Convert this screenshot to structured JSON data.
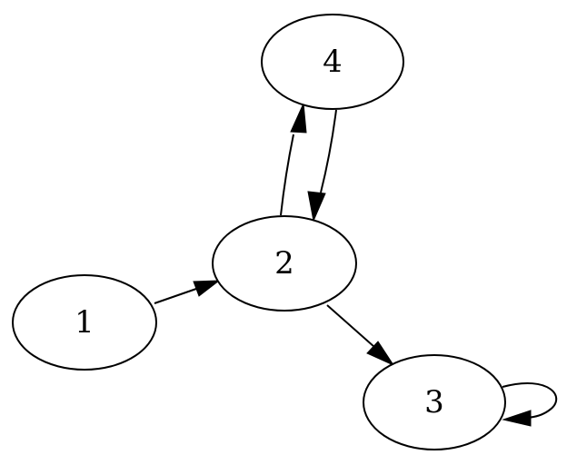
{
  "nodes": [
    {
      "id": "1",
      "label": "1"
    },
    {
      "id": "2",
      "label": "2"
    },
    {
      "id": "3",
      "label": "3"
    },
    {
      "id": "4",
      "label": "4"
    }
  ],
  "edges": [
    {
      "from": "1",
      "to": "2"
    },
    {
      "from": "2",
      "to": "4"
    },
    {
      "from": "4",
      "to": "2"
    },
    {
      "from": "2",
      "to": "3"
    },
    {
      "from": "3",
      "to": "3"
    }
  ]
}
